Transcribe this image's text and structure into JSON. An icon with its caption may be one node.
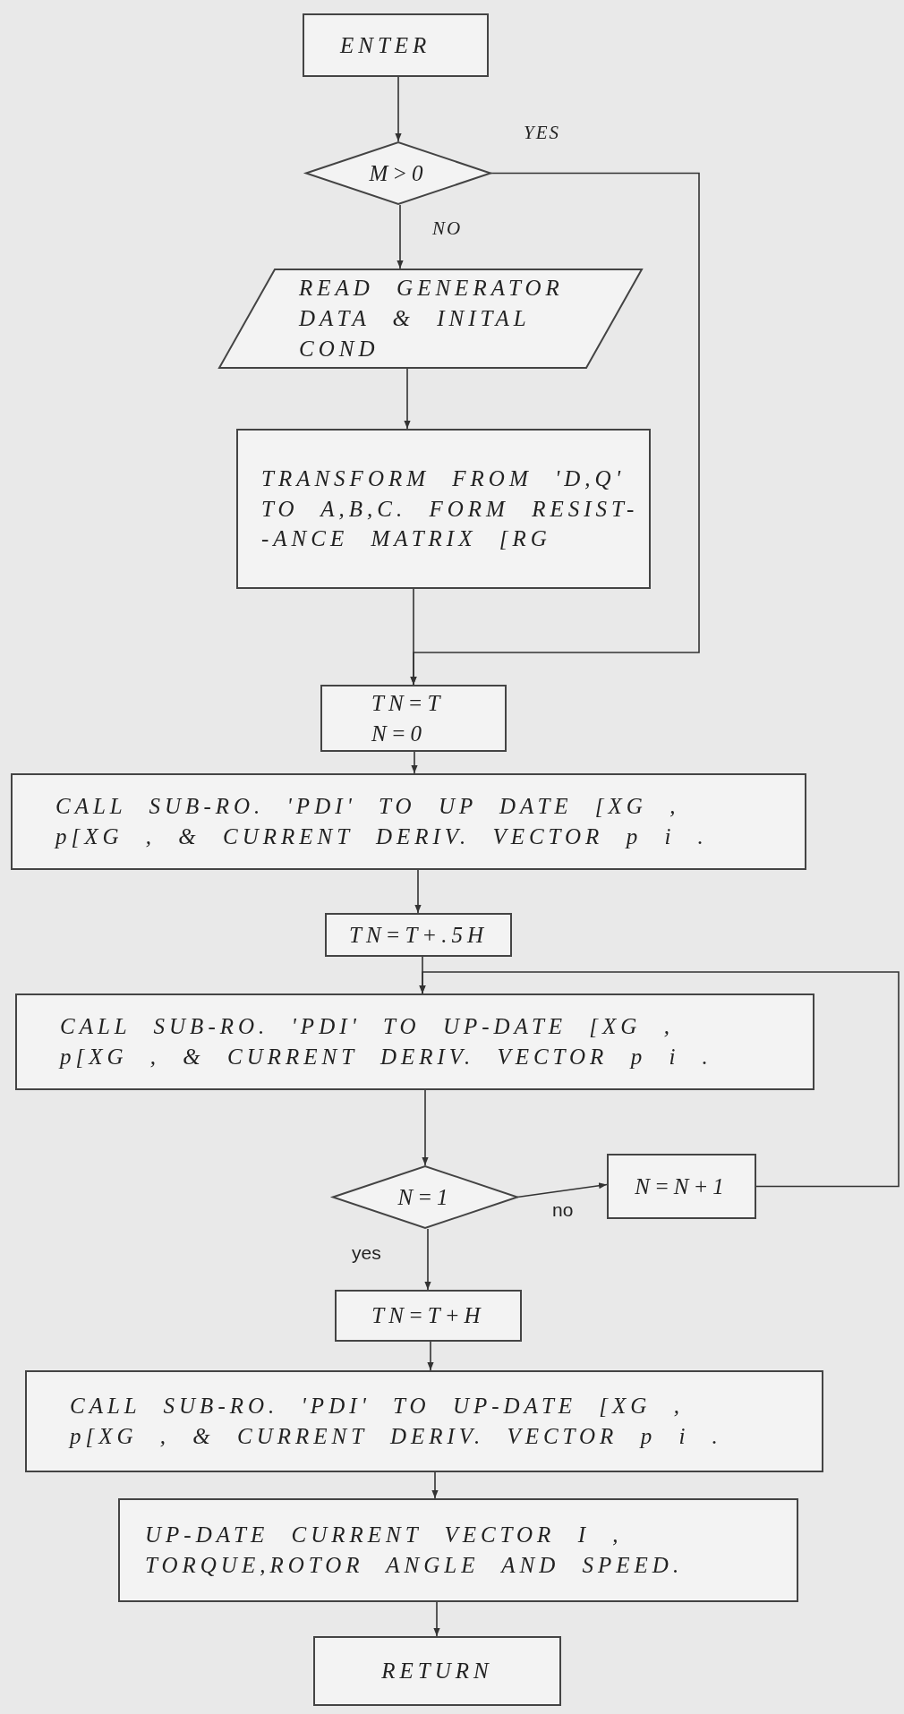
{
  "diagram": {
    "nodes": [
      {
        "text": [
          "ENTER"
        ]
      },
      {
        "text": [
          "M>0"
        ]
      },
      {
        "text": [
          "READ GENERATOR DATA & INITAL COND"
        ]
      },
      {
        "text": [
          "TRANSFORM FROM 'D,Q' TO A,B,C. FORM RESIST- -ANCE MATRIX [RG"
        ]
      },
      {
        "text": [
          "TN=T",
          "N=0"
        ]
      },
      {
        "text": [
          "CALL SUB-RO. 'PDI' TO UP DATE [XG , p[XG , & CURRENT DERIV. VECTOR p i ."
        ]
      },
      {
        "text": [
          "TN=T+.5H"
        ]
      },
      {
        "text": [
          "CALL SUB-RO. 'PDI' TO UP-DATE [XG , p[XG , & CURRENT DERIV. VECTOR p i ."
        ]
      },
      {
        "text": [
          "N=1"
        ]
      },
      {
        "text": [
          "N=N+1"
        ]
      },
      {
        "text": [
          "TN=T+H"
        ]
      },
      {
        "text": [
          "CALL SUB-RO. 'PDI' TO UP-DATE [XG , p[XG , & CURRENT DERIV. VECTOR p i ."
        ]
      },
      {
        "text": [
          "UP-DATE CURRENT VECTOR I , TORQUE,ROTOR ANGLE AND SPEED."
        ]
      },
      {
        "text": [
          "RETURN"
        ]
      }
    ],
    "edges": [
      {
        "from": 0,
        "to": 1,
        "arrow": "to"
      },
      {
        "from": 1,
        "to": 2,
        "arrow": "to",
        "label": "NO"
      },
      {
        "from": 1,
        "to": 4,
        "arrow": "to",
        "label": "YES"
      },
      {
        "from": 2,
        "to": 3,
        "arrow": "to"
      },
      {
        "from": 3,
        "to": 4,
        "arrow": "to"
      },
      {
        "from": 4,
        "to": 5,
        "arrow": "to"
      },
      {
        "from": 5,
        "to": 6,
        "arrow": "to"
      },
      {
        "from": 6,
        "to": 7,
        "arrow": "to"
      },
      {
        "from": 7,
        "to": 8,
        "arrow": "to"
      },
      {
        "from": 8,
        "to": 9,
        "arrow": "to",
        "label": "no"
      },
      {
        "from": 9,
        "to": 7,
        "arrow": "to"
      },
      {
        "from": 8,
        "to": 10,
        "arrow": "to",
        "label": "yes"
      },
      {
        "from": 10,
        "to": 11,
        "arrow": "to"
      },
      {
        "from": 11,
        "to": 12,
        "arrow": "to"
      },
      {
        "from": 12,
        "to": 13,
        "arrow": "to"
      }
    ]
  }
}
